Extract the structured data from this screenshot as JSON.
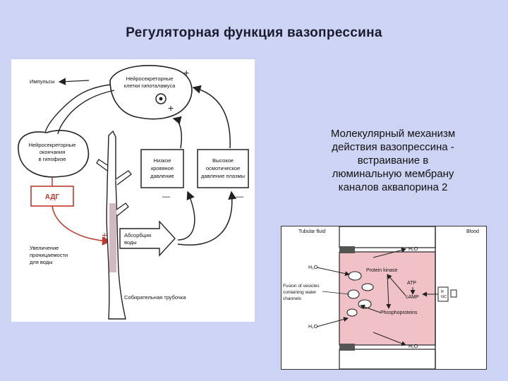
{
  "slide": {
    "title": "Регуляторная функция  вазопрессина",
    "caption": {
      "lines": [
        "Молекулярный механизм",
        "действия вазопрессина -",
        "встраивание в",
        "люминальную мембрану",
        "каналов аквапорина 2"
      ]
    }
  },
  "left_diagram": {
    "impulses": "Импульсы",
    "hypothalamus_line1": "Нейросекреторные",
    "hypothalamus_line2": "клетки гипоталамуса",
    "endings_line1": "Нейросекреторные",
    "endings_line2": "окончания",
    "endings_line3": "в гипофизе",
    "adh": "АДГ",
    "permeability_line1": "Увеличение",
    "permeability_line2": "проницаемости",
    "permeability_line3": "для воды",
    "absorption_line1": "Абсорбция",
    "absorption_line2": "воды",
    "low_bp_line1": "Низкое",
    "low_bp_line2": "кровяное",
    "low_bp_line3": "давление",
    "high_osm_line1": "Высокое",
    "high_osm_line2": "осмотическое",
    "high_osm_line3": "давление плазмы",
    "duct": "Собирательная трубочка",
    "plus": "+",
    "minus": "—"
  },
  "right_diagram": {
    "tubular_fluid": "Tubular fluid",
    "blood": "Blood",
    "h2o": "H₂O",
    "protein_kinase": "Protein kinase",
    "atp": "ATP",
    "camp": "cAMP",
    "fusion_line1": "Fusion of vesicles",
    "fusion_line2": "containing water",
    "fusion_line3": "channels",
    "phosphoproteins": "Phosphoproteins",
    "receptor_letters": [
      "R",
      "G",
      "C"
    ]
  }
}
